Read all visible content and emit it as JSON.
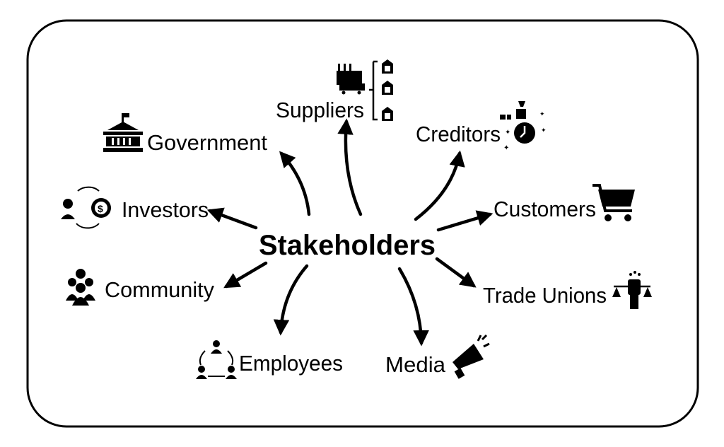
{
  "center": "Stakeholders",
  "stakeholders": [
    {
      "label": "Suppliers",
      "icon": "factory-warehouses-icon"
    },
    {
      "label": "Government",
      "icon": "government-building-icon"
    },
    {
      "label": "Creditors",
      "icon": "money-bag-clock-icon"
    },
    {
      "label": "Investors",
      "icon": "investor-dollar-cycle-icon"
    },
    {
      "label": "Customers",
      "icon": "shopping-cart-icon"
    },
    {
      "label": "Community",
      "icon": "group-people-icon"
    },
    {
      "label": "Trade Unions",
      "icon": "fist-scales-icon"
    },
    {
      "label": "Employees",
      "icon": "team-network-icon"
    },
    {
      "label": "Media",
      "icon": "megaphone-icon"
    }
  ]
}
